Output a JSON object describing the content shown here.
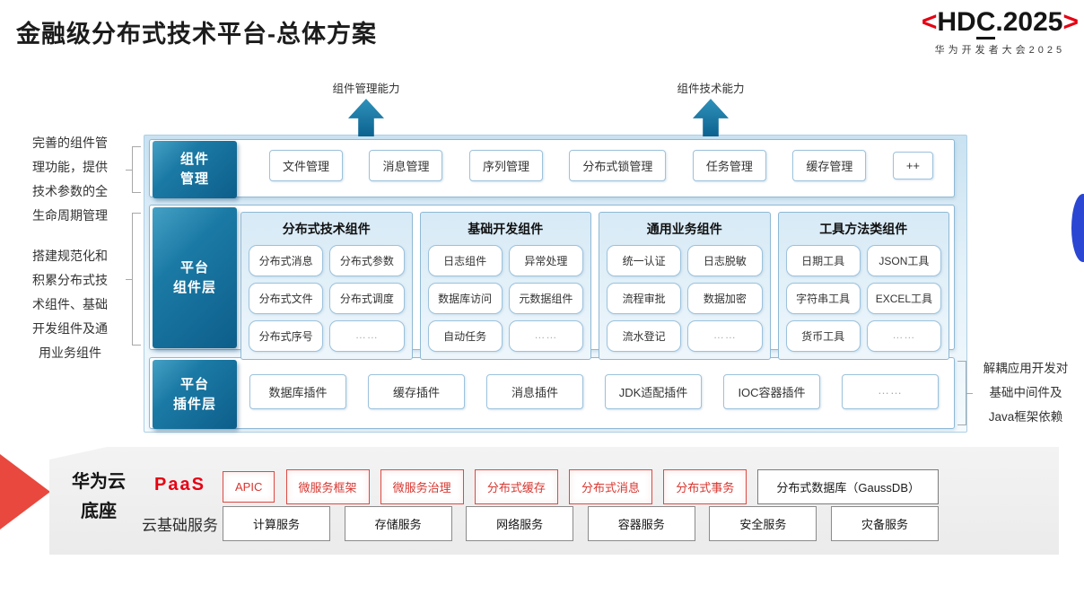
{
  "title": "金融级分布式技术平台-总体方案",
  "logo": {
    "open": "<",
    "hd": "HD",
    "c": "C",
    "rest": ".2025",
    "close": ">",
    "subtitle": "华为开发者大会2025"
  },
  "capability_arrows": {
    "left": "组件管理能力",
    "right": "组件技术能力"
  },
  "annotations": {
    "management": "完善的组件管\n理功能，提供\n技术参数的全\n生命周期管理",
    "components": "搭建规范化和\n积累分布式技\n术组件、基础\n开发组件及通\n用业务组件",
    "plugins": "解耦应用开发对\n基础中间件及\nJava框架依赖"
  },
  "layers": {
    "management": {
      "label": "组件\n管理",
      "items": [
        "文件管理",
        "消息管理",
        "序列管理",
        "分布式锁管理",
        "任务管理",
        "缓存管理",
        "++"
      ]
    },
    "components": {
      "label": "平台\n组件层",
      "columns": [
        {
          "header": "分布式技术组件",
          "items": [
            "分布式消息",
            "分布式参数",
            "分布式文件",
            "分布式调度",
            "分布式序号",
            "……"
          ]
        },
        {
          "header": "基础开发组件",
          "items": [
            "日志组件",
            "异常处理",
            "数据库访问",
            "元数据组件",
            "自动任务",
            "……"
          ]
        },
        {
          "header": "通用业务组件",
          "items": [
            "统一认证",
            "日志脱敏",
            "流程审批",
            "数据加密",
            "流水登记",
            "……"
          ]
        },
        {
          "header": "工具方法类组件",
          "items": [
            "日期工具",
            "JSON工具",
            "字符串工具",
            "EXCEL工具",
            "货币工具",
            "……"
          ]
        }
      ]
    },
    "plugins": {
      "label": "平台\n插件层",
      "items": [
        "数据库插件",
        "缓存插件",
        "消息插件",
        "JDK适配插件",
        "IOC容器插件",
        "……"
      ]
    }
  },
  "foundation": {
    "label": "华为云\n底座",
    "paas_label": "PaaS",
    "paas_items": [
      "APIC",
      "微服务框架",
      "微服务治理",
      "分布式缓存",
      "分布式消息",
      "分布式事务"
    ],
    "paas_db": "分布式数据库（GaussDB）",
    "cloud_label": "云基础服务",
    "cloud_items": [
      "计算服务",
      "存储服务",
      "网络服务",
      "容器服务",
      "安全服务",
      "灾备服务"
    ]
  },
  "colors": {
    "accent_red": "#e60012",
    "layer_teal": "#0d5e8a",
    "panel_border": "#8fb8d4",
    "blue_marker": "#2a46d2"
  }
}
